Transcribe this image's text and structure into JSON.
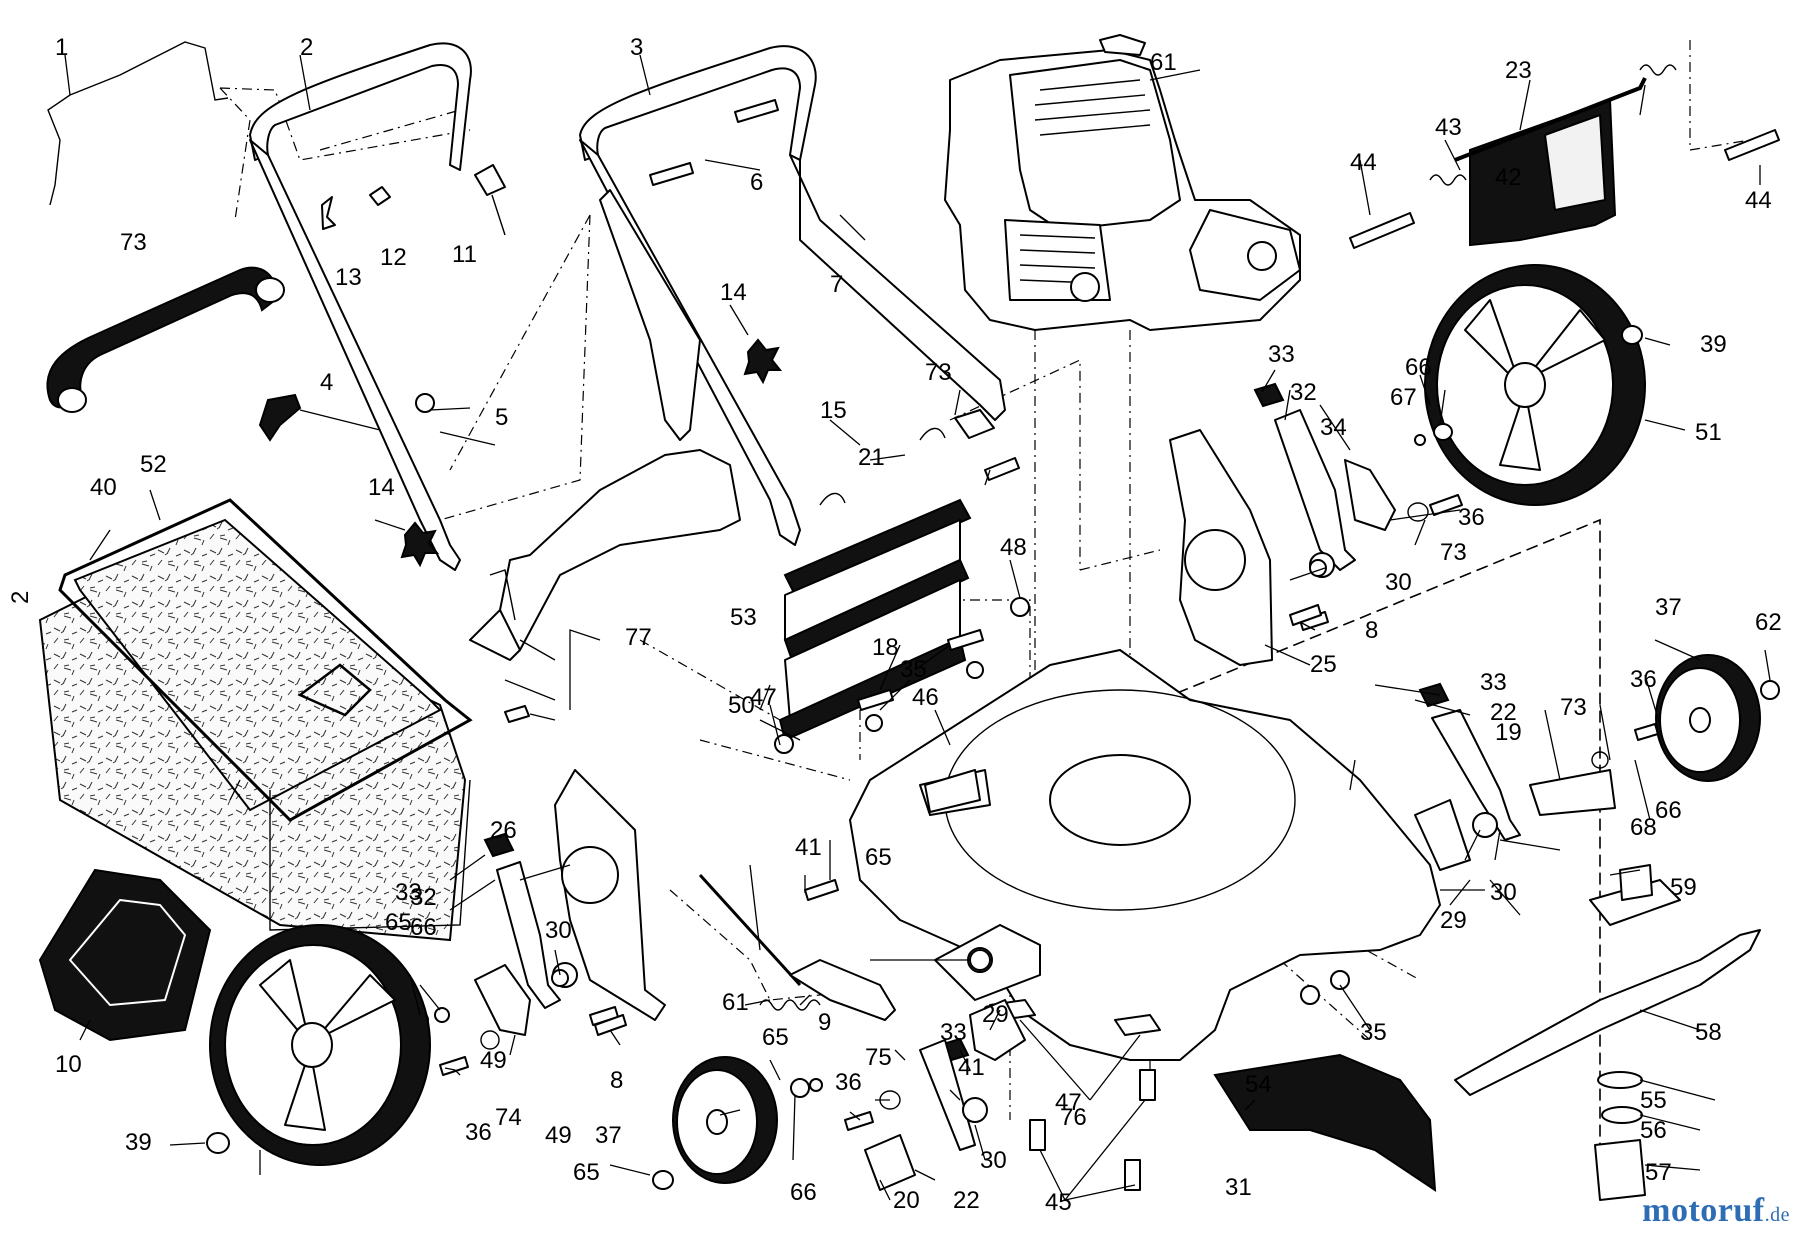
{
  "diagram": {
    "side_marker": "2",
    "watermark": {
      "brand": "motoruf",
      "tld": ".de"
    },
    "callouts": [
      {
        "id": "c1",
        "text": "1"
      },
      {
        "id": "c2",
        "text": "2"
      },
      {
        "id": "c3",
        "text": "3"
      },
      {
        "id": "c4",
        "text": "4"
      },
      {
        "id": "c5",
        "text": "5"
      },
      {
        "id": "c6",
        "text": "6"
      },
      {
        "id": "c7",
        "text": "7"
      },
      {
        "id": "c8a",
        "text": "8"
      },
      {
        "id": "c8b",
        "text": "8"
      },
      {
        "id": "c9",
        "text": "9"
      },
      {
        "id": "c10",
        "text": "10"
      },
      {
        "id": "c11",
        "text": "11"
      },
      {
        "id": "c12",
        "text": "12"
      },
      {
        "id": "c13",
        "text": "13"
      },
      {
        "id": "c14a",
        "text": "14"
      },
      {
        "id": "c14b",
        "text": "14"
      },
      {
        "id": "c15",
        "text": "15"
      },
      {
        "id": "c18",
        "text": "18"
      },
      {
        "id": "c19",
        "text": "19"
      },
      {
        "id": "c20",
        "text": "20"
      },
      {
        "id": "c21",
        "text": "21"
      },
      {
        "id": "c22a",
        "text": "22"
      },
      {
        "id": "c22b",
        "text": "22"
      },
      {
        "id": "c23",
        "text": "23"
      },
      {
        "id": "c25",
        "text": "25"
      },
      {
        "id": "c26",
        "text": "26"
      },
      {
        "id": "c29a",
        "text": "29"
      },
      {
        "id": "c29b",
        "text": "29"
      },
      {
        "id": "c30a",
        "text": "30"
      },
      {
        "id": "c30b",
        "text": "30"
      },
      {
        "id": "c30c",
        "text": "30"
      },
      {
        "id": "c30d",
        "text": "30"
      },
      {
        "id": "c31",
        "text": "31"
      },
      {
        "id": "c32a",
        "text": "32"
      },
      {
        "id": "c32b",
        "text": "32"
      },
      {
        "id": "c33a",
        "text": "33"
      },
      {
        "id": "c33b",
        "text": "33"
      },
      {
        "id": "c33c",
        "text": "33"
      },
      {
        "id": "c33d",
        "text": "33"
      },
      {
        "id": "c34",
        "text": "34"
      },
      {
        "id": "c35a",
        "text": "35"
      },
      {
        "id": "c35b",
        "text": "35"
      },
      {
        "id": "c36a",
        "text": "36"
      },
      {
        "id": "c36b",
        "text": "36"
      },
      {
        "id": "c36c",
        "text": "36"
      },
      {
        "id": "c36d",
        "text": "36"
      },
      {
        "id": "c37a",
        "text": "37"
      },
      {
        "id": "c37b",
        "text": "37"
      },
      {
        "id": "c39a",
        "text": "39"
      },
      {
        "id": "c39b",
        "text": "39"
      },
      {
        "id": "c40",
        "text": "40"
      },
      {
        "id": "c41a",
        "text": "41"
      },
      {
        "id": "c41b",
        "text": "41"
      },
      {
        "id": "c42",
        "text": "42"
      },
      {
        "id": "c43",
        "text": "43"
      },
      {
        "id": "c44a",
        "text": "44"
      },
      {
        "id": "c44b",
        "text": "44"
      },
      {
        "id": "c45",
        "text": "45"
      },
      {
        "id": "c46",
        "text": "46"
      },
      {
        "id": "c47a",
        "text": "47"
      },
      {
        "id": "c47b",
        "text": "47"
      },
      {
        "id": "c48",
        "text": "48"
      },
      {
        "id": "c49a",
        "text": "49"
      },
      {
        "id": "c49b",
        "text": "49"
      },
      {
        "id": "c50",
        "text": "50"
      },
      {
        "id": "c51",
        "text": "51"
      },
      {
        "id": "c52",
        "text": "52"
      },
      {
        "id": "c53",
        "text": "53"
      },
      {
        "id": "c54",
        "text": "54"
      },
      {
        "id": "c55",
        "text": "55"
      },
      {
        "id": "c56",
        "text": "56"
      },
      {
        "id": "c57",
        "text": "57"
      },
      {
        "id": "c58",
        "text": "58"
      },
      {
        "id": "c59",
        "text": "59"
      },
      {
        "id": "c61a",
        "text": "61"
      },
      {
        "id": "c61b",
        "text": "61"
      },
      {
        "id": "c62",
        "text": "62"
      },
      {
        "id": "c65a",
        "text": "65"
      },
      {
        "id": "c65b",
        "text": "65"
      },
      {
        "id": "c65c",
        "text": "65"
      },
      {
        "id": "c65d",
        "text": "65"
      },
      {
        "id": "c66a",
        "text": "66"
      },
      {
        "id": "c66b",
        "text": "66"
      },
      {
        "id": "c66c",
        "text": "66"
      },
      {
        "id": "c66d",
        "text": "66"
      },
      {
        "id": "c67",
        "text": "67"
      },
      {
        "id": "c68",
        "text": "68"
      },
      {
        "id": "c73a",
        "text": "73"
      },
      {
        "id": "c73b",
        "text": "73"
      },
      {
        "id": "c73c",
        "text": "73"
      },
      {
        "id": "c73d",
        "text": "73"
      },
      {
        "id": "c74",
        "text": "74"
      },
      {
        "id": "c75",
        "text": "75"
      },
      {
        "id": "c76",
        "text": "76"
      },
      {
        "id": "c77",
        "text": "77"
      }
    ]
  }
}
